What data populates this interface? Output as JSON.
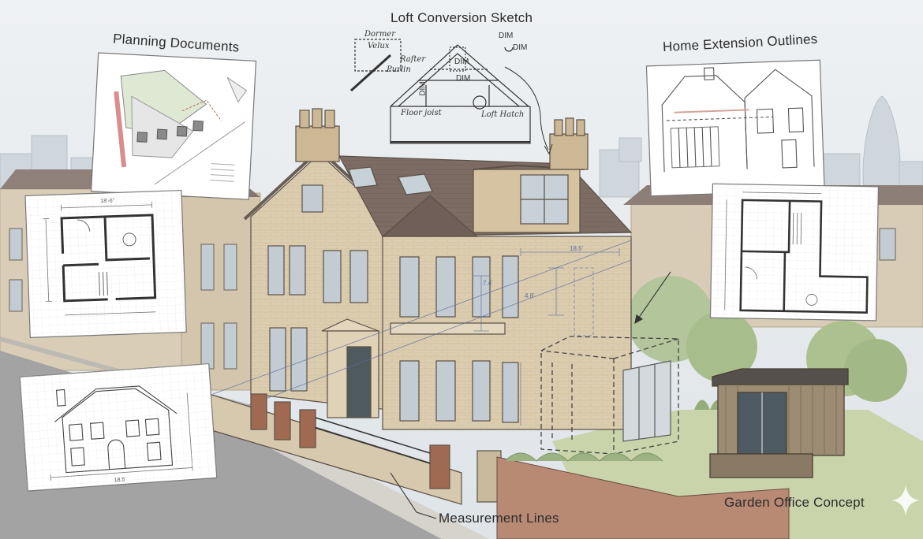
{
  "labels": {
    "loft_conversion_sketch": "Loft Conversion Sketch",
    "planning_documents": "Planning Documents",
    "home_extension_outlines": "Home Extension Outlines",
    "garden_office_concept": "Garden Office Concept",
    "measurement_lines": "Measurement Lines"
  },
  "loft_annotations": {
    "dormer": "Dormer",
    "velux": "Velux",
    "rafter": "Rafter",
    "purlin": "Purlin",
    "floor_joist": "Floor joist",
    "loft_hatch": "Loft Hatch",
    "dim": "DIM"
  },
  "colors": {
    "sky": "#e6eaee",
    "brick": "#d8c8ab",
    "roof": "#7b6a63",
    "lawn": "#c7d3a8",
    "tree": "#a9bf8d",
    "road": "#9a9a9a",
    "line": "#3a3a3a"
  },
  "icons": [
    "sparkle-icon"
  ]
}
